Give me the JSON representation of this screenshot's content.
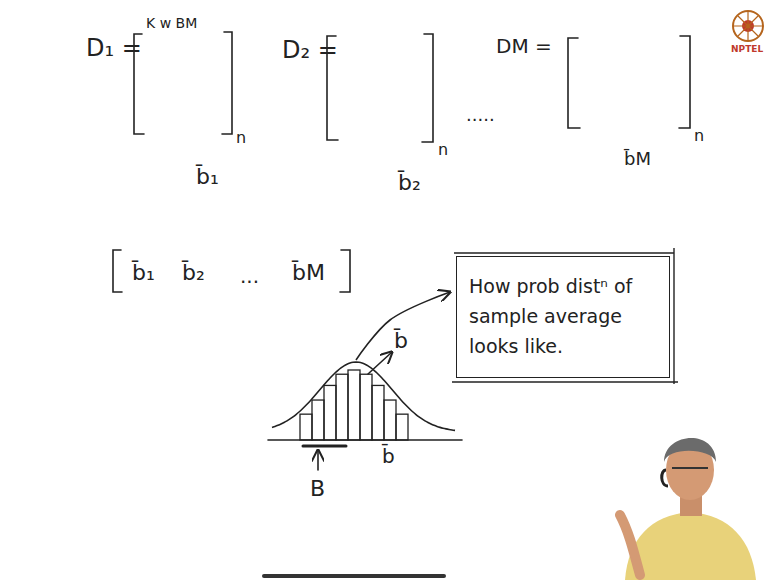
{
  "diagram": {
    "nodes": [
      {
        "text": [
          "How prob distⁿ of sample average looks like."
        ]
      }
    ],
    "labels": [
      "K w BM",
      "D₁ =",
      "n",
      "b̄₁",
      "D₂ =",
      "n",
      "b̄₂",
      ".....",
      "DM =",
      "n",
      "b̄M",
      "b̄₁",
      "b̄₂",
      "...",
      "b̄M",
      "b̄",
      "B",
      "b̄",
      "NPTEL"
    ]
  }
}
